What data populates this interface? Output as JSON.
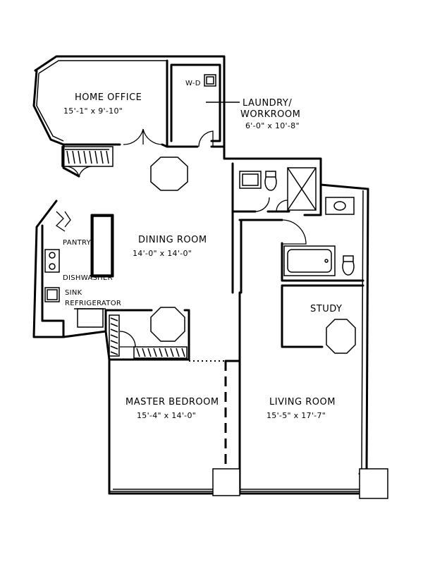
{
  "rooms": {
    "home_office": {
      "name": "HOME OFFICE",
      "dims": "15'-1\" x 9'-10\""
    },
    "laundry": {
      "name_line1": "LAUNDRY/",
      "name_line2": "WORKROOM",
      "dims": "6'-0\" x 10'-8\"",
      "wd": "W-D"
    },
    "dining": {
      "name": "DINING ROOM",
      "dims": "14'-0\" x 14'-0\""
    },
    "study": {
      "name": "STUDY"
    },
    "master": {
      "name": "MASTER BEDROOM",
      "dims": "15'-4\" x 14'-0\""
    },
    "living": {
      "name": "LIVING ROOM",
      "dims": "15'-5\" x 17'-7\""
    }
  },
  "kitchen": {
    "pantry": "PANTRY",
    "dishwasher": "DISHWASHER",
    "sink": "SINK",
    "refrigerator": "REFRIGERATOR"
  }
}
